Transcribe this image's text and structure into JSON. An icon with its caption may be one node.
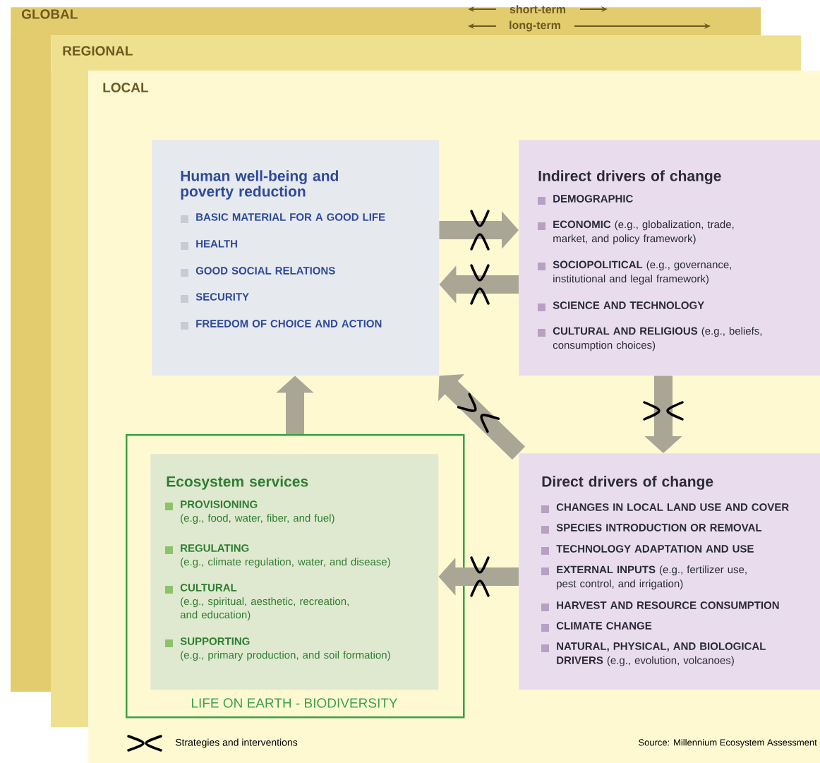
{
  "diagram": {
    "nodes": [
      {
        "text": [
          "GLOBAL"
        ]
      },
      {
        "text": [
          "REGIONAL"
        ]
      },
      {
        "text": [
          "LOCAL"
        ]
      },
      {
        "text": [
          "Human well-being and poverty reduction",
          "BASIC MATERIAL FOR A GOOD LIFE",
          "HEALTH",
          "GOOD SOCIAL RELATIONS",
          "SECURITY",
          "FREEDOM OF CHOICE AND ACTION"
        ],
        "in": 2
      },
      {
        "text": [
          "Indirect drivers of change",
          "DEMOGRAPHIC",
          "**ECONOMIC** (e.g., globalization, trade, market, and policy framework)",
          "**SOCIOPOLITICAL** (e.g., governance, institutional and legal framework)",
          "SCIENCE AND TECHNOLOGY",
          "**CULTURAL AND RELIGIOUS** (e.g., beliefs, consumption choices)"
        ],
        "in": 2
      },
      {
        "text": [
          "LIFE ON EARTH - BIODIVERSITY"
        ],
        "in": 2
      },
      {
        "text": [
          "Ecosystem services",
          "PROVISIONING",
          "(e.g., food, water, fiber, and fuel)",
          "REGULATING",
          "(e.g., climate regulation, water, and disease)",
          "CULTURAL",
          "(e.g., spiritual, aesthetic, recreation, and education)",
          "SUPPORTING",
          "(e.g., primary production, and soil formation)"
        ],
        "in": 5
      },
      {
        "text": [
          "Direct drivers of change",
          "CHANGES IN LOCAL LAND USE AND COVER",
          "SPECIES INTRODUCTION OR REMOVAL",
          "TECHNOLOGY ADAPTATION AND USE",
          "**EXTERNAL INPUTS** (e.g., fertilizer use, pest control, and irrigation)",
          "HARVEST AND RESOURCE CONSUMPTION",
          "CLIMATE CHANGE",
          "**NATURAL, PHYSICAL, AND BIOLOGICAL DRIVERS** (e.g., evolution, volcanoes)"
        ],
        "in": 2
      }
    ],
    "edges": [
      {
        "from": 3,
        "to": 4,
        "arrow": "to"
      },
      {
        "from": 4,
        "to": 3,
        "arrow": "to"
      },
      {
        "from": 4,
        "to": 7,
        "arrow": "to"
      },
      {
        "from": 7,
        "to": 3,
        "arrow": "to"
      },
      {
        "from": 7,
        "to": 6,
        "arrow": "to"
      },
      {
        "from": 5,
        "to": 3,
        "arrow": "to"
      }
    ],
    "labels": [
      "short-term",
      "long-term",
      "Source: Millennium Ecosystem Assessment"
    ],
    "legend": [
      {
        "text": "Strategies and interventions"
      }
    ]
  }
}
